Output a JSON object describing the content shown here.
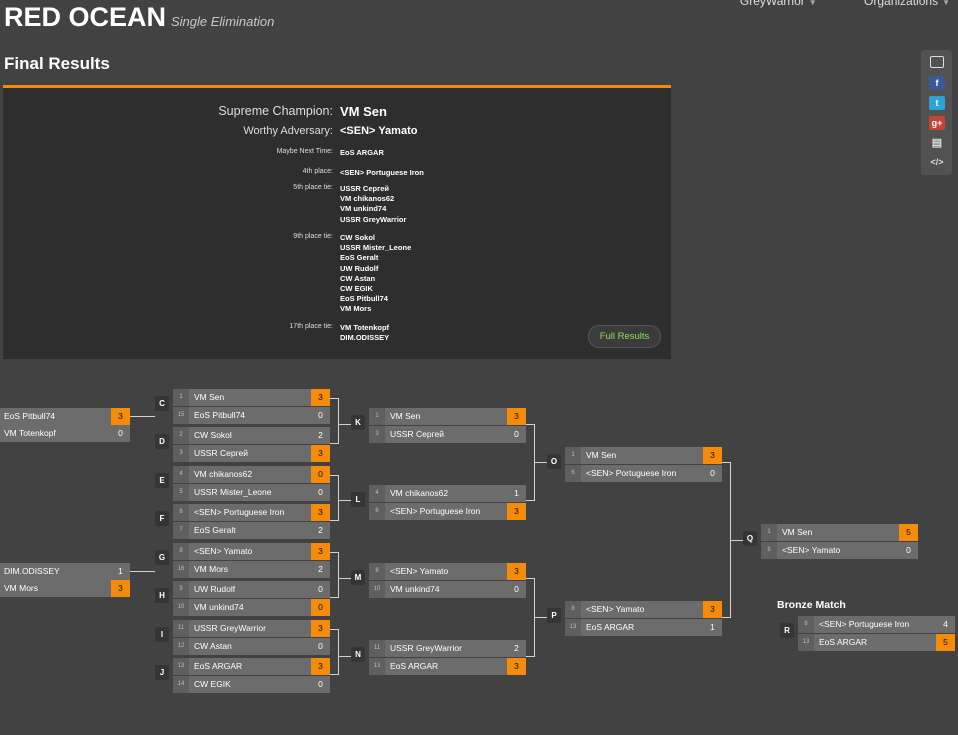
{
  "header": {
    "title": "RED OCEAN",
    "subtitle": "Single Elimination"
  },
  "topnav": {
    "user": "GreyWarrior",
    "orgs": "Organizations"
  },
  "final_title": "Final Results",
  "results": {
    "champion_label": "Supreme Champion:",
    "champion": "VM Sen",
    "adversary_label": "Worthy Adversary:",
    "adversary": "<SEN> Yamato",
    "third_label": "Maybe Next Time:",
    "third": "EoS ARGAR",
    "fourth_label": "4th place:",
    "fourth": "<SEN> Portuguese Iron",
    "fifth_label": "5th place tie:",
    "fifth": [
      "USSR Сергей",
      "VM chikanos62",
      "VM unkind74",
      "USSR GreyWarrior"
    ],
    "ninth_label": "9th place tie:",
    "ninth": [
      "CW Sokol",
      "USSR Mister_Leone",
      "EoS Geralt",
      "UW Rudolf",
      "CW Astan",
      "CW EGIK",
      "EoS Pitbull74",
      "VM Mors"
    ],
    "seventeenth_label": "17th place tie:",
    "seventeenth": [
      "VM Totenkopf",
      "DIM.ODISSEY"
    ],
    "full_results_label": "Full Results"
  },
  "sidebar": {
    "icons": [
      "fullscreen-icon",
      "facebook-icon",
      "twitter-icon",
      "googleplus-icon",
      "print-icon",
      "embed-code-icon"
    ]
  },
  "colors": {
    "accent": "#f58b0b",
    "background": "#424242",
    "panel": "#2e2e2e",
    "link_green": "#8fdd5c"
  },
  "bracket": {
    "round0": [
      {
        "label": "",
        "teams": [
          {
            "seed": "",
            "name": "EoS Pitbull74",
            "score": "3",
            "win": true
          },
          {
            "seed": "",
            "name": "VM Totenkopf",
            "score": "0",
            "win": false
          }
        ]
      },
      {
        "label": "",
        "teams": [
          {
            "seed": "",
            "name": "DIM.ODISSEY",
            "score": "1",
            "win": false
          },
          {
            "seed": "",
            "name": "VM Mors",
            "score": "3",
            "win": true
          }
        ]
      }
    ],
    "round1": [
      {
        "label": "C",
        "teams": [
          {
            "seed": "1",
            "name": "VM Sen",
            "score": "3",
            "win": true
          },
          {
            "seed": "15",
            "name": "EoS Pitbull74",
            "score": "0",
            "win": false
          }
        ]
      },
      {
        "label": "D",
        "teams": [
          {
            "seed": "2",
            "name": "CW Sokol",
            "score": "2",
            "win": false
          },
          {
            "seed": "3",
            "name": "USSR Сергей",
            "score": "3",
            "win": true
          }
        ]
      },
      {
        "label": "E",
        "teams": [
          {
            "seed": "4",
            "name": "VM chikanos62",
            "score": "0",
            "win": true
          },
          {
            "seed": "5",
            "name": "USSR Mister_Leone",
            "score": "0",
            "win": false
          }
        ]
      },
      {
        "label": "F",
        "teams": [
          {
            "seed": "6",
            "name": "<SEN> Portuguese Iron",
            "score": "3",
            "win": true
          },
          {
            "seed": "7",
            "name": "EoS Geralt",
            "score": "2",
            "win": false
          }
        ]
      },
      {
        "label": "G",
        "teams": [
          {
            "seed": "8",
            "name": "<SEN> Yamato",
            "score": "3",
            "win": true
          },
          {
            "seed": "16",
            "name": "VM Mors",
            "score": "2",
            "win": false
          }
        ]
      },
      {
        "label": "H",
        "teams": [
          {
            "seed": "9",
            "name": "UW Rudolf",
            "score": "0",
            "win": false
          },
          {
            "seed": "10",
            "name": "VM unkind74",
            "score": "0",
            "win": true
          }
        ]
      },
      {
        "label": "I",
        "teams": [
          {
            "seed": "11",
            "name": "USSR GreyWarrior",
            "score": "3",
            "win": true
          },
          {
            "seed": "12",
            "name": "CW Astan",
            "score": "0",
            "win": false
          }
        ]
      },
      {
        "label": "J",
        "teams": [
          {
            "seed": "13",
            "name": "EoS ARGAR",
            "score": "3",
            "win": true
          },
          {
            "seed": "14",
            "name": "CW EGIK",
            "score": "0",
            "win": false
          }
        ]
      }
    ],
    "round2": [
      {
        "label": "K",
        "teams": [
          {
            "seed": "1",
            "name": "VM Sen",
            "score": "3",
            "win": true
          },
          {
            "seed": "3",
            "name": "USSR Сергей",
            "score": "0",
            "win": false
          }
        ]
      },
      {
        "label": "L",
        "teams": [
          {
            "seed": "4",
            "name": "VM chikanos62",
            "score": "1",
            "win": false
          },
          {
            "seed": "6",
            "name": "<SEN> Portuguese Iron",
            "score": "3",
            "win": true
          }
        ]
      },
      {
        "label": "M",
        "teams": [
          {
            "seed": "8",
            "name": "<SEN> Yamato",
            "score": "3",
            "win": true
          },
          {
            "seed": "10",
            "name": "VM unkind74",
            "score": "0",
            "win": false
          }
        ]
      },
      {
        "label": "N",
        "teams": [
          {
            "seed": "11",
            "name": "USSR GreyWarrior",
            "score": "2",
            "win": false
          },
          {
            "seed": "13",
            "name": "EoS ARGAR",
            "score": "3",
            "win": true
          }
        ]
      }
    ],
    "round3": [
      {
        "label": "O",
        "teams": [
          {
            "seed": "1",
            "name": "VM Sen",
            "score": "3",
            "win": true
          },
          {
            "seed": "6",
            "name": "<SEN> Portuguese Iron",
            "score": "0",
            "win": false
          }
        ]
      },
      {
        "label": "P",
        "teams": [
          {
            "seed": "8",
            "name": "<SEN> Yamato",
            "score": "3",
            "win": true
          },
          {
            "seed": "13",
            "name": "EoS ARGAR",
            "score": "1",
            "win": false
          }
        ]
      }
    ],
    "final": {
      "label": "Q",
      "teams": [
        {
          "seed": "1",
          "name": "VM Sen",
          "score": "5",
          "win": true
        },
        {
          "seed": "8",
          "name": "<SEN> Yamato",
          "score": "0",
          "win": false
        }
      ]
    },
    "bronze_title": "Bronze Match",
    "bronze": {
      "label": "R",
      "teams": [
        {
          "seed": "6",
          "name": "<SEN> Portuguese Iron",
          "score": "4",
          "win": false
        },
        {
          "seed": "13",
          "name": "EoS ARGAR",
          "score": "5",
          "win": true
        }
      ]
    }
  }
}
